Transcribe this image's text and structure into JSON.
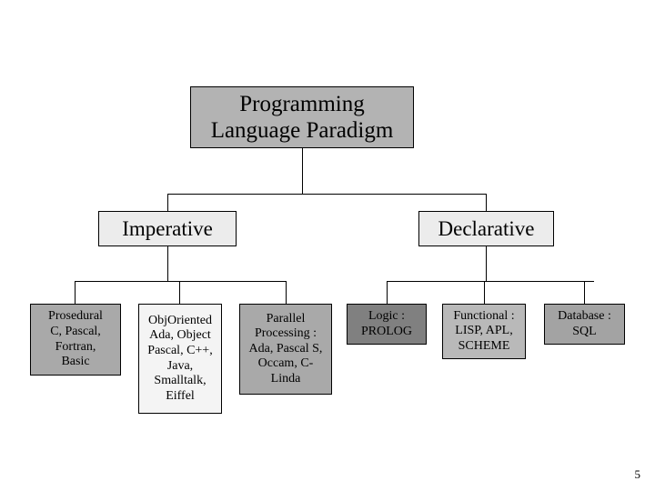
{
  "slide": {
    "page_number": "5",
    "background_color": "#ffffff"
  },
  "diagram": {
    "title": "Programming Language Paradigm",
    "root": {
      "label": "Programming\nLanguage Paradigm",
      "fill": "#b3b3b3"
    },
    "branches": [
      {
        "label": "Imperative",
        "fill": "#ececec",
        "children": [
          {
            "label": "Prosedural\nC, Pascal,\nFortran,\nBasic",
            "fill": "#a9a9a9"
          },
          {
            "label": "ObjOriented\nAda, Object\nPascal, C++,\nJava,\nSmalltalk,\nEiffel",
            "fill": "#f4f4f4"
          },
          {
            "label": "Parallel\nProcessing :\nAda, Pascal S,\nOccam, C-\nLinda",
            "fill": "#a9a9a9"
          }
        ]
      },
      {
        "label": "Declarative",
        "fill": "#ececec",
        "children": [
          {
            "label": "Logic :\nPROLOG",
            "fill": "#808080"
          },
          {
            "label": "Functional :\nLISP, APL,\nSCHEME",
            "fill": "#b9b9b9"
          },
          {
            "label": "Database :\nSQL",
            "fill": "#a3a3a3"
          }
        ]
      }
    ],
    "connector_color": "#000000",
    "border_color": "#000000"
  }
}
